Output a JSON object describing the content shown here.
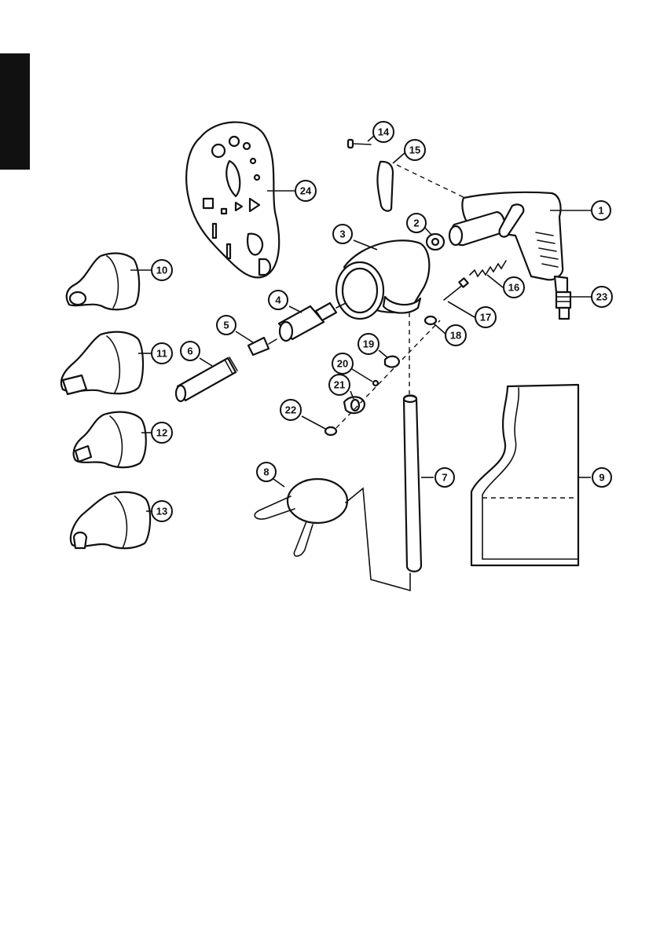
{
  "colors": {
    "ink": "#111111",
    "paper": "#ffffff",
    "edge_tab": "#111111"
  },
  "callouts": [
    {
      "id": "c1",
      "label": "1"
    },
    {
      "id": "c2",
      "label": "2"
    },
    {
      "id": "c3",
      "label": "3"
    },
    {
      "id": "c4",
      "label": "4"
    },
    {
      "id": "c5",
      "label": "5"
    },
    {
      "id": "c6",
      "label": "6"
    },
    {
      "id": "c7",
      "label": "7"
    },
    {
      "id": "c8",
      "label": "8"
    },
    {
      "id": "c9",
      "label": "9"
    },
    {
      "id": "c10",
      "label": "10"
    },
    {
      "id": "c11",
      "label": "11"
    },
    {
      "id": "c12",
      "label": "12"
    },
    {
      "id": "c13",
      "label": "13"
    },
    {
      "id": "c14",
      "label": "14"
    },
    {
      "id": "c15",
      "label": "15"
    },
    {
      "id": "c16",
      "label": "16"
    },
    {
      "id": "c17",
      "label": "17"
    },
    {
      "id": "c18",
      "label": "18"
    },
    {
      "id": "c19",
      "label": "19"
    },
    {
      "id": "c20",
      "label": "20"
    },
    {
      "id": "c21",
      "label": "21"
    },
    {
      "id": "c22",
      "label": "22"
    },
    {
      "id": "c23",
      "label": "23"
    },
    {
      "id": "c24",
      "label": "24"
    }
  ]
}
